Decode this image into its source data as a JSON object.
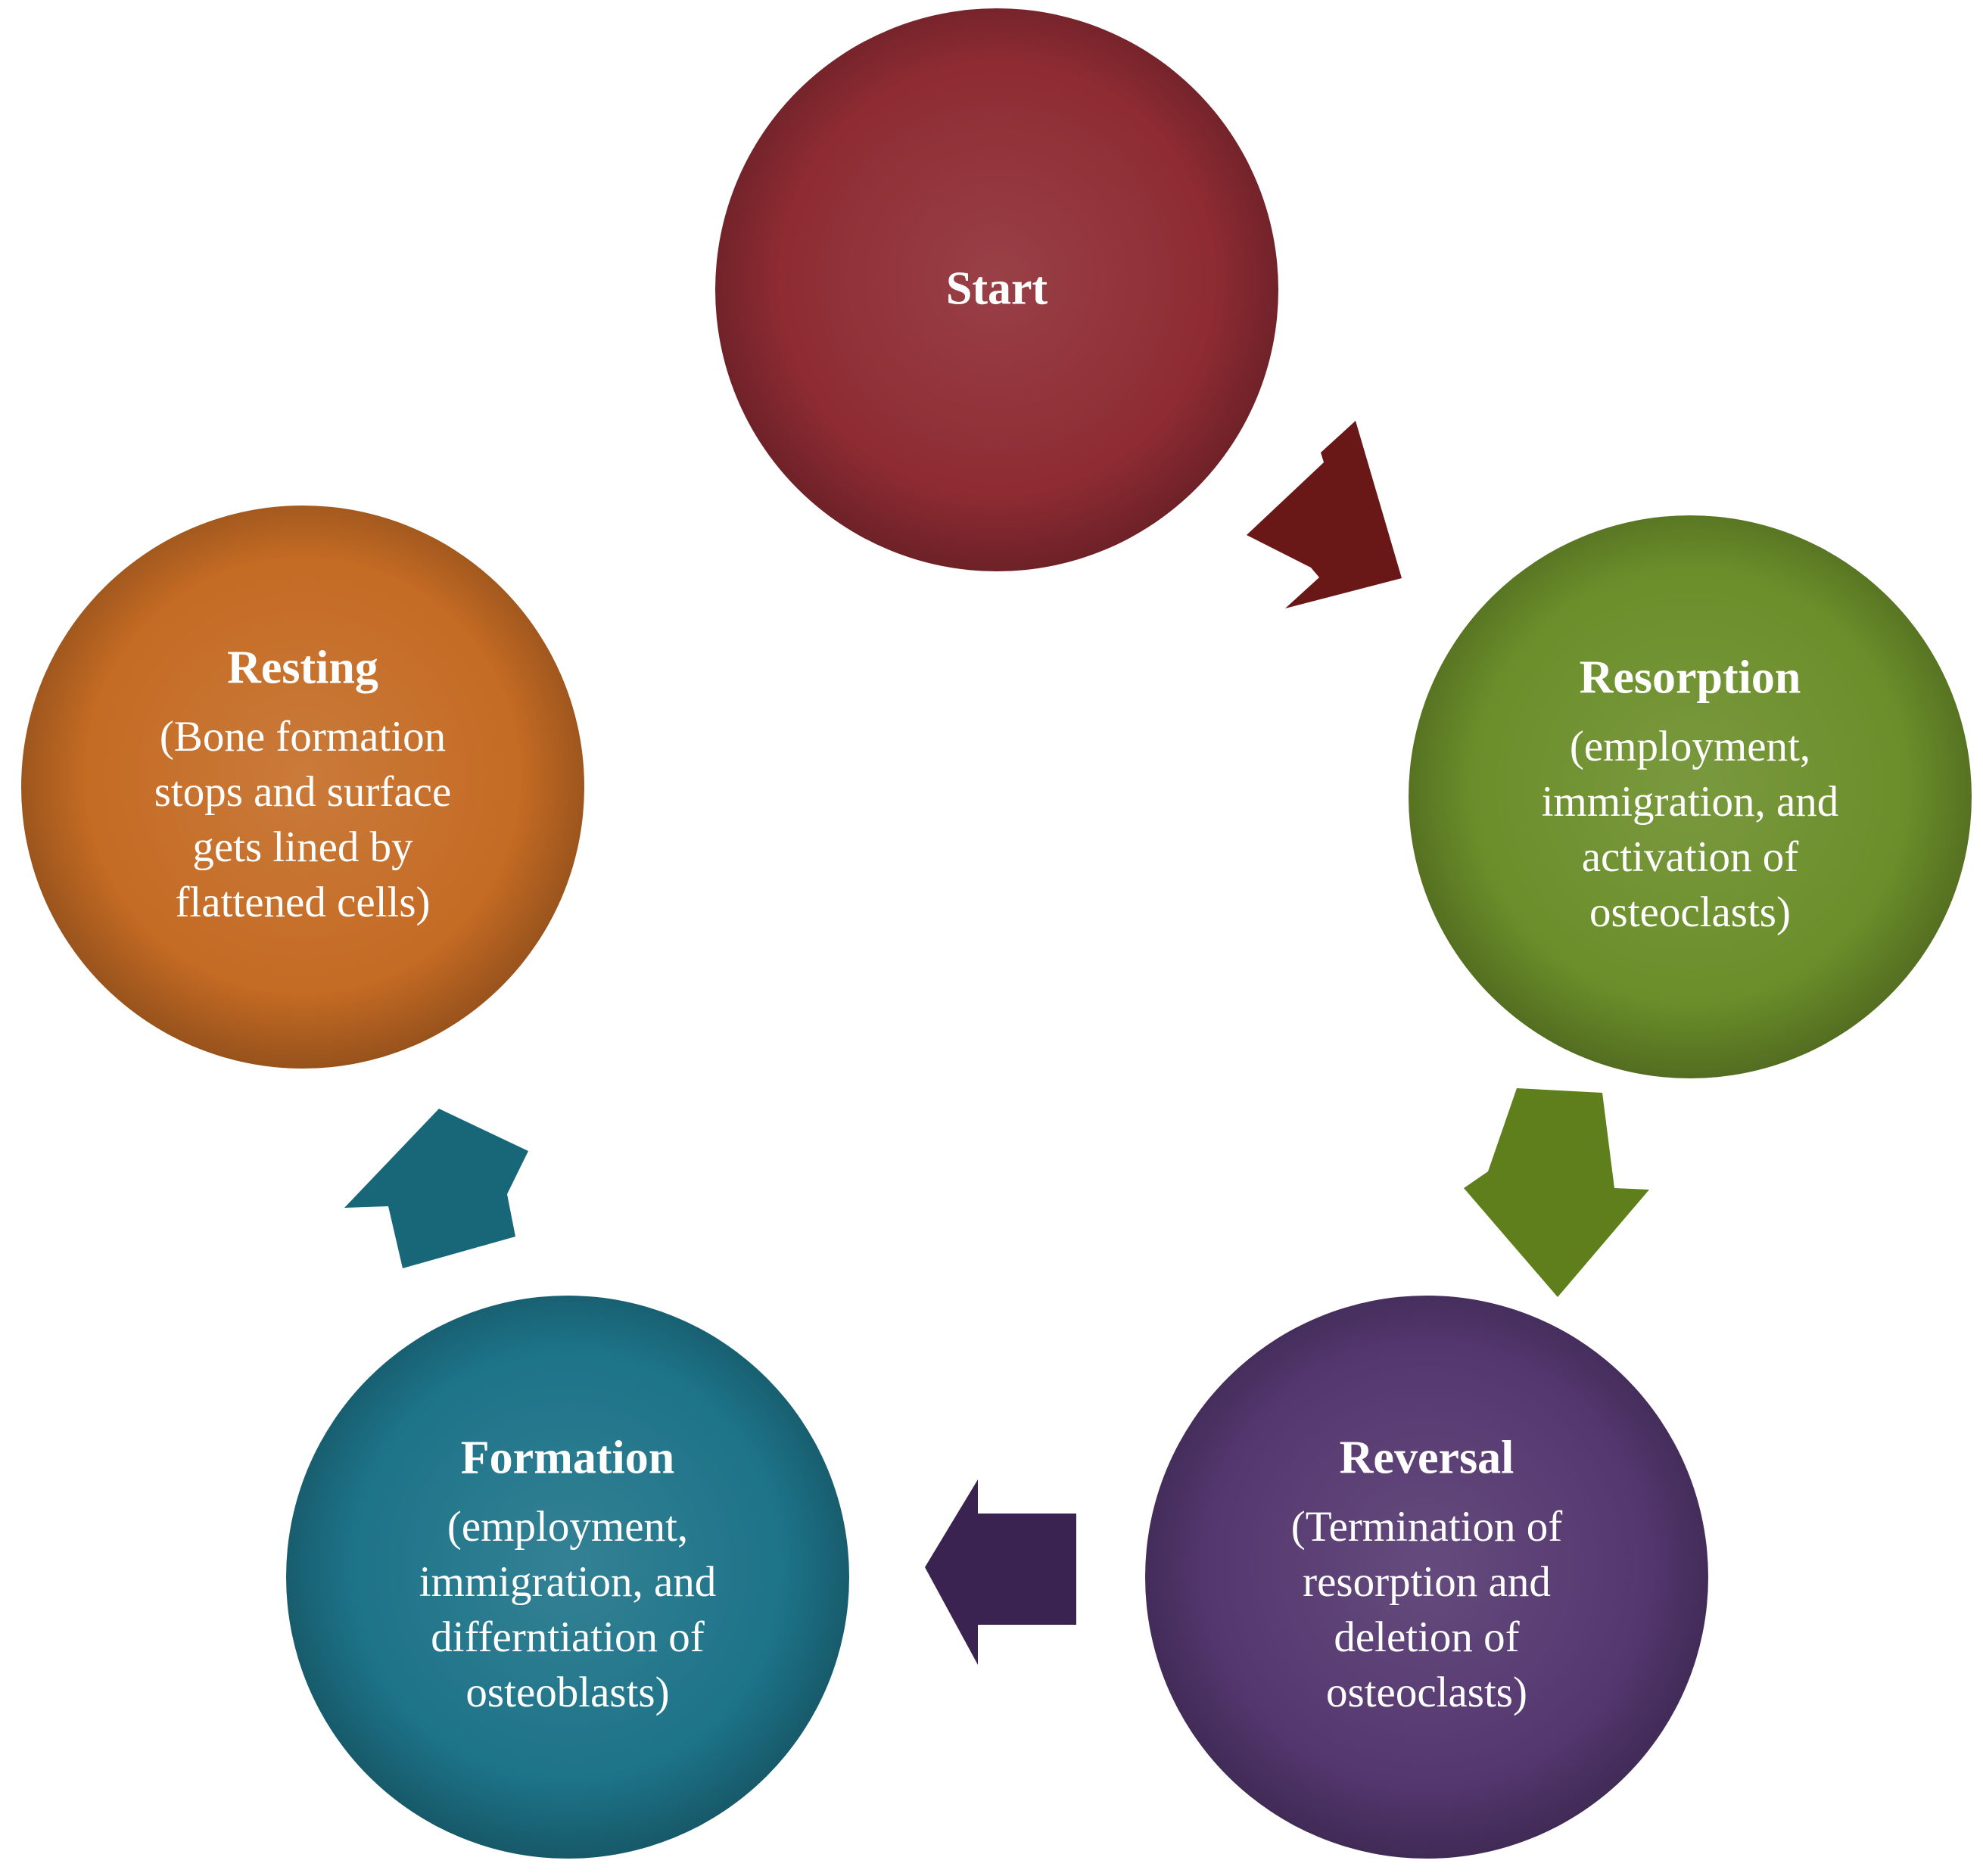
{
  "diagram": {
    "type": "cycle",
    "stages": [
      {
        "id": "start",
        "title": "Start",
        "lines": [],
        "color": "#8E2B33"
      },
      {
        "id": "resorption",
        "title": "Resorption",
        "lines": [
          "(employment,",
          "immigration, and",
          "activation of",
          "osteoclasts)"
        ],
        "color": "#6B8E2A"
      },
      {
        "id": "reversal",
        "title": "Reversal",
        "lines": [
          "(Termination of",
          "resorption and",
          "deletion of",
          "osteoclasts)"
        ],
        "color": "#54376F"
      },
      {
        "id": "formation",
        "title": "Formation",
        "lines": [
          "(employment,",
          "immigration, and",
          "differntiation of",
          "osteoblasts)"
        ],
        "color": "#1D7388"
      },
      {
        "id": "resting",
        "title": "Resting",
        "lines": [
          "(Bone formation",
          "stops and surface",
          "gets lined by",
          "flattened cells)"
        ],
        "color": "#C46B24"
      }
    ],
    "arrows": [
      {
        "from": "start",
        "to": "resorption",
        "color": "#6A1717"
      },
      {
        "from": "resorption",
        "to": "reversal",
        "color": "#5E7F1C"
      },
      {
        "from": "reversal",
        "to": "formation",
        "color": "#3A2350"
      },
      {
        "from": "formation",
        "to": "resting",
        "color": "#186779"
      }
    ]
  }
}
